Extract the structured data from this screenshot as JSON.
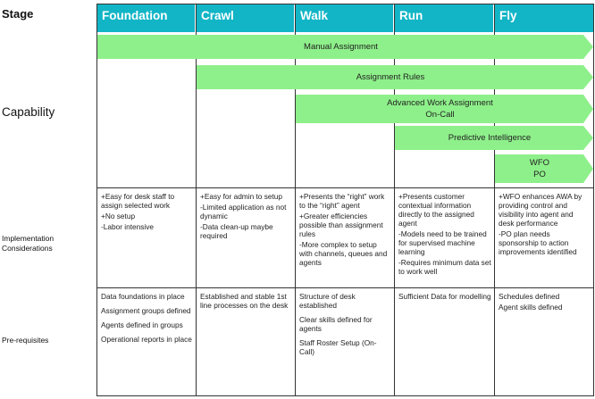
{
  "rows": {
    "stage": "Stage",
    "capability": "Capability",
    "implementation": "Implementation Considerations",
    "prerequisites": "Pre-requisites"
  },
  "stages": [
    "Foundation",
    "Crawl",
    "Walk",
    "Run",
    "Fly"
  ],
  "colors": {
    "stage_header": "#12b5c6",
    "capability_arrow": "#8ef08a",
    "grid": "#333333"
  },
  "capabilities": [
    {
      "lines": [
        "Manual Assignment"
      ]
    },
    {
      "lines": [
        "Assignment Rules"
      ]
    },
    {
      "lines": [
        "Advanced Work Assignment",
        "On-Call"
      ]
    },
    {
      "lines": [
        "Predictive Intelligence"
      ]
    },
    {
      "lines": [
        "WFO",
        "PO"
      ]
    }
  ],
  "implementation": [
    [
      "+Easy for desk staff to assign selected work",
      "+No setup",
      "-Labor intensive"
    ],
    [
      "+Easy for admin to setup",
      "-Limited application as not dynamic",
      "-Data clean-up maybe required"
    ],
    [
      "+Presents the “right” work to the “right” agent",
      "+Greater efficiencies possible than assignment rules",
      "-More complex to setup with channels, queues and agents"
    ],
    [
      "+Presents customer contextual information directly to the assigned agent",
      "-Models need to be trained for supervised machine learning",
      "-Requires minimum data set to work well"
    ],
    [
      "+WFO enhances AWA by providing control and visibility into agent and desk performance",
      "-PO plan needs sponsorship to action improvements identified"
    ]
  ],
  "prerequisites": [
    [
      "Data foundations in place",
      "Assignment groups defined",
      "Agents defined in groups",
      "Operational reports in place"
    ],
    [
      "Established and stable 1st line processes on the desk"
    ],
    [
      "Structure of desk established",
      "Clear skills defined for agents",
      "Staff Roster Setup (On-Call)"
    ],
    [
      "Sufficient Data for modelling"
    ],
    [
      "Schedules defined",
      "Agent skills defined"
    ]
  ]
}
